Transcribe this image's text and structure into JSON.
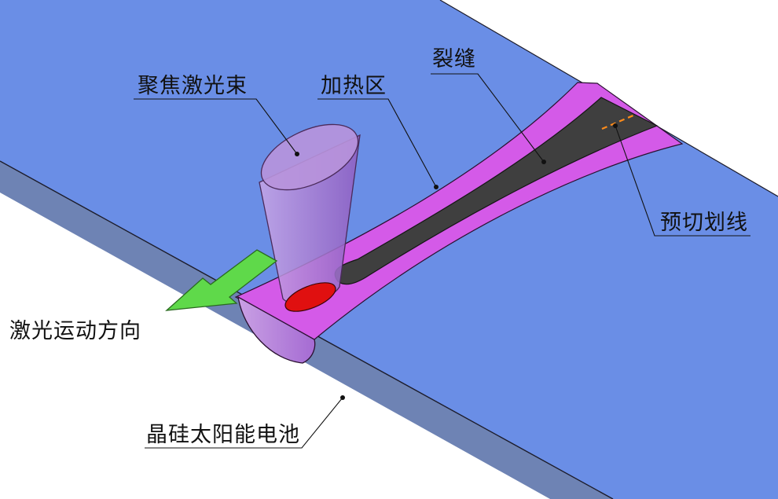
{
  "labels": {
    "focused_beam": "聚焦激光束",
    "heating_zone": "加热区",
    "crack": "裂缝",
    "pre_scribe_line": "预切划线",
    "laser_direction": "激光运动方向",
    "solar_cell": "晶硅太阳能电池"
  },
  "colors": {
    "wafer_top": "#6a8ee6",
    "wafer_side": "#6e83b4",
    "heating_zone": "#d45ae8",
    "crack": "#3f3f3f",
    "beam": "#b28ad8",
    "beam_spot": "#e01010",
    "arrow": "#5fd94a",
    "scribe_line": "#ff8c1a",
    "leader": "#111111"
  }
}
